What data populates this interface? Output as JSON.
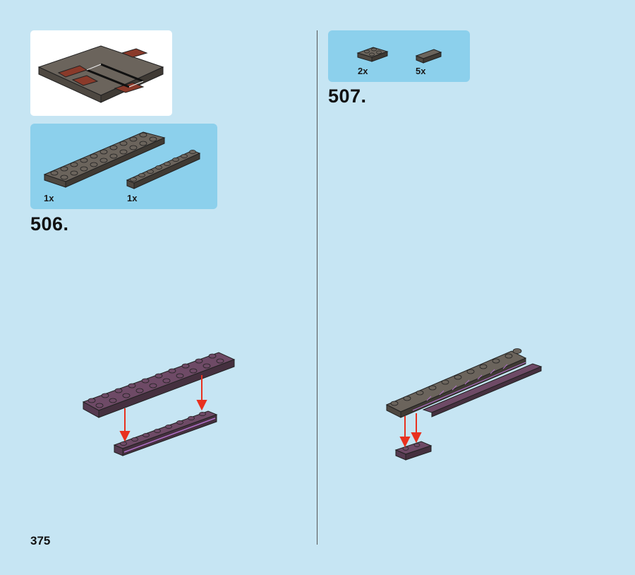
{
  "page": {
    "number": "375"
  },
  "step_506": {
    "number": "506.",
    "parts": [
      {
        "qty": "1x",
        "name": "plate-2x10-dark-bluish-gray"
      },
      {
        "qty": "1x",
        "name": "plate-1x8-dark-bluish-gray"
      }
    ]
  },
  "step_507": {
    "number": "507.",
    "parts": [
      {
        "qty": "2x",
        "name": "plate-2x2-dark-bluish-gray"
      },
      {
        "qty": "5x",
        "name": "tile-1x2-dark-bluish-gray"
      }
    ]
  },
  "colors": {
    "background": "#c6e5f3",
    "callout": "#8cd0ec",
    "brick_gray": "#6b645c",
    "brick_purple": "#6e4a66",
    "arrow_red": "#e8311f"
  }
}
